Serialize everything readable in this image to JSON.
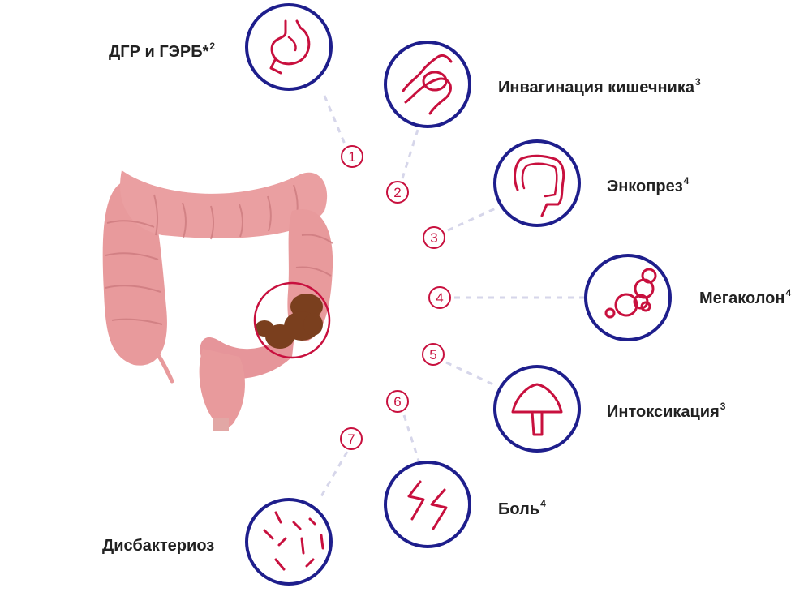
{
  "colors": {
    "ring": "#1e1e8c",
    "accent": "#c8103e",
    "connector": "#d6d6ea",
    "colon": "#e89a9c",
    "colon_dark": "#c9767a",
    "stool": "#7a3f1e"
  },
  "complications": [
    {
      "number": "1",
      "label": "ДГР и ГЭРБ*",
      "sup": "2",
      "icon": "stomach-icon"
    },
    {
      "number": "2",
      "label": "Инвагинация кишечника",
      "sup": "3",
      "icon": "intussusception-icon"
    },
    {
      "number": "3",
      "label": "Энкопрез",
      "sup": "4",
      "icon": "colon-outline-icon"
    },
    {
      "number": "4",
      "label": "Мегаколон",
      "sup": "4",
      "icon": "megacolon-bubbles-icon"
    },
    {
      "number": "5",
      "label": "Интоксикация",
      "sup": "3",
      "icon": "mushroom-icon"
    },
    {
      "number": "6",
      "label": "Боль",
      "sup": "4",
      "icon": "lightning-icon"
    },
    {
      "number": "7",
      "label": "Дисбактериоз",
      "sup": "",
      "icon": "bacteria-icon"
    }
  ]
}
